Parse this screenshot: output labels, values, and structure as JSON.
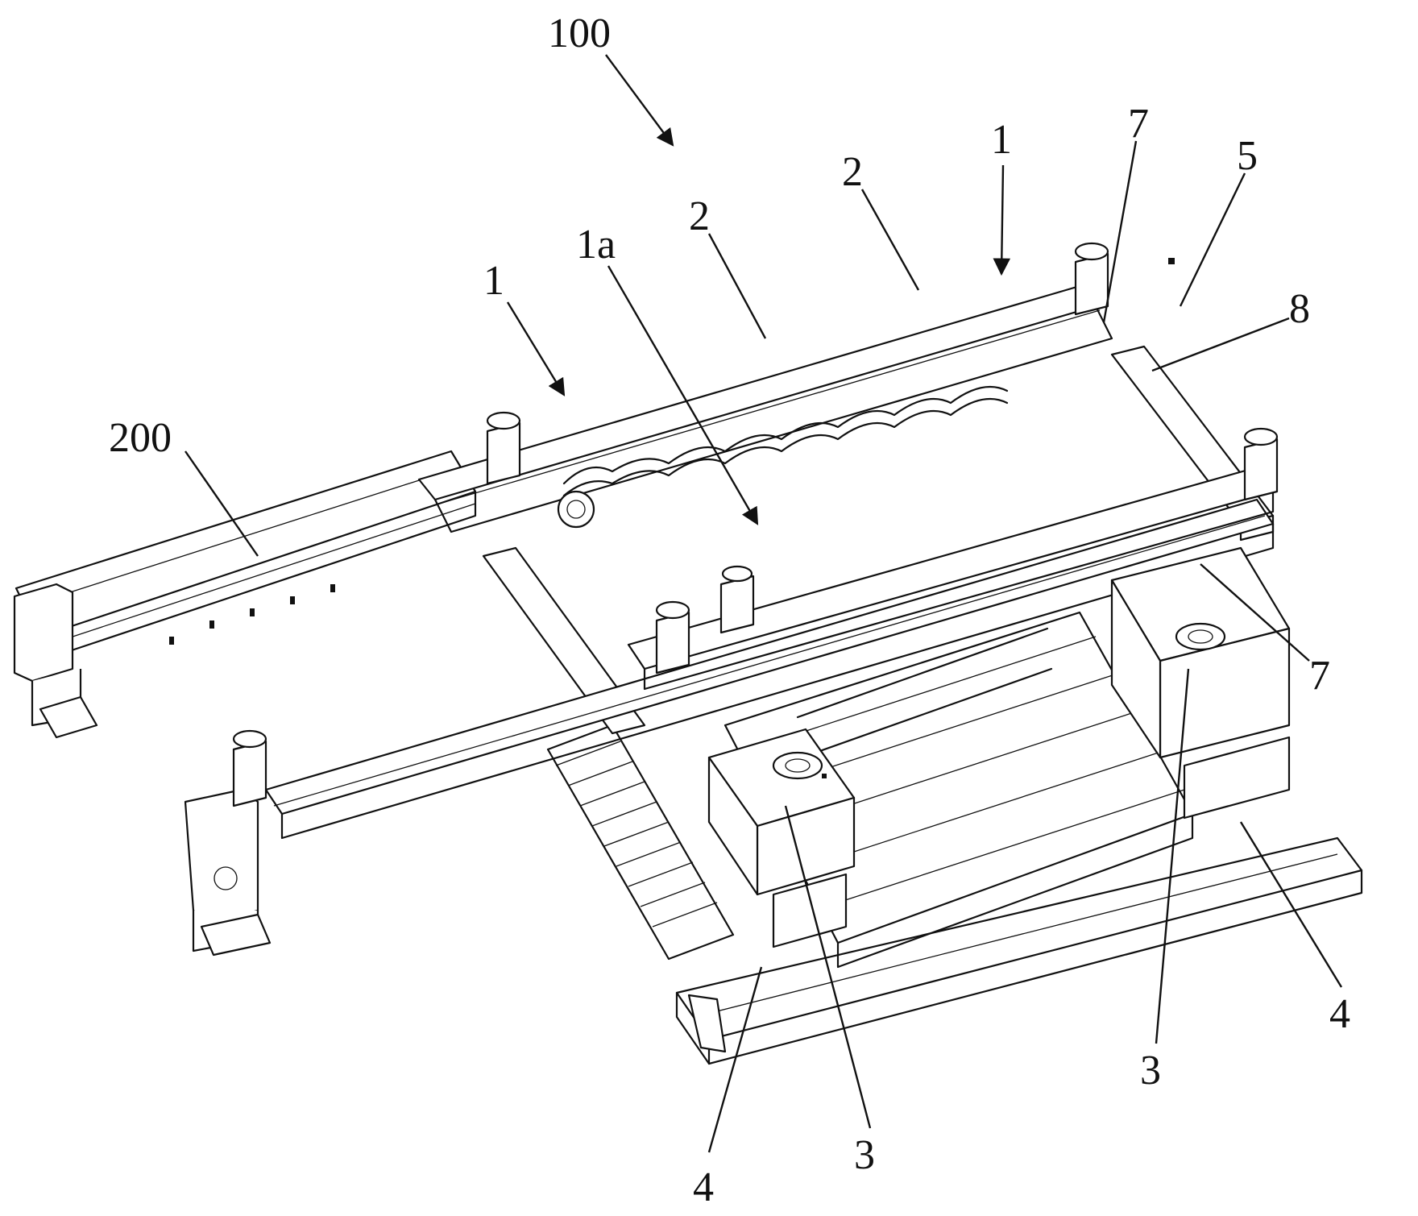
{
  "figure": {
    "labels": [
      {
        "id": "100",
        "text": "100"
      },
      {
        "id": "1-left",
        "text": "1"
      },
      {
        "id": "1a",
        "text": "1a"
      },
      {
        "id": "2-left",
        "text": "2"
      },
      {
        "id": "2-right",
        "text": "2"
      },
      {
        "id": "1-right",
        "text": "1"
      },
      {
        "id": "7-top",
        "text": "7"
      },
      {
        "id": "5",
        "text": "5"
      },
      {
        "id": "8",
        "text": "8"
      },
      {
        "id": "200",
        "text": "200"
      },
      {
        "id": "7-right",
        "text": "7"
      },
      {
        "id": "4-right",
        "text": "4"
      },
      {
        "id": "3-right",
        "text": "3"
      },
      {
        "id": "3-center",
        "text": "3"
      },
      {
        "id": "4-center",
        "text": "4"
      }
    ]
  }
}
